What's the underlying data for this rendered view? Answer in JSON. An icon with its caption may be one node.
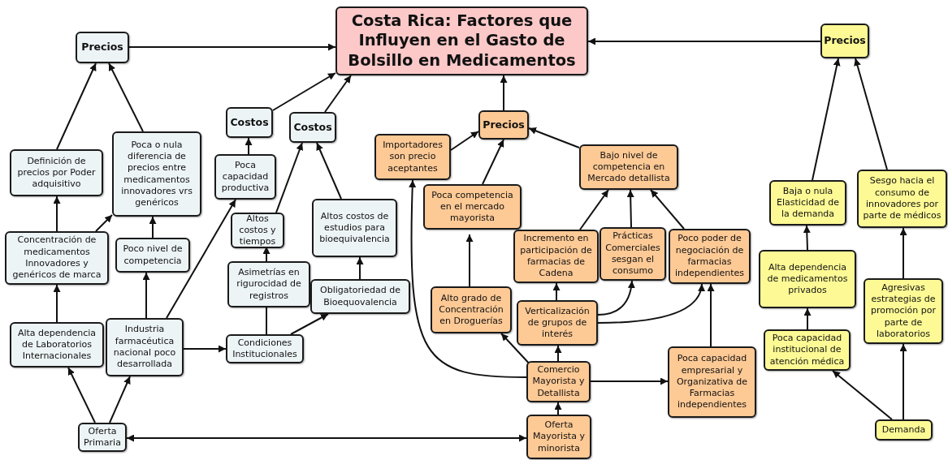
{
  "diagram": {
    "nodes": [
      {
        "text": [
          "Costa Rica: Factores que Influyen en el Gasto de Bolsillo en Medicamentos"
        ]
      },
      {
        "text": [
          "Precios"
        ]
      },
      {
        "text": [
          "Definición de precios por Poder adquisitivo"
        ]
      },
      {
        "text": [
          "Poca o nula diferencia de precios entre medicamentos innovadores vrs genéricos"
        ]
      },
      {
        "text": [
          "Concentración de medicamentos Innovadores y genéricos de marca"
        ]
      },
      {
        "text": [
          "Poco nivel de competencia"
        ]
      },
      {
        "text": [
          "Alta dependencia de Laboratorios Internacionales"
        ]
      },
      {
        "text": [
          "Industria farmacéutica nacional poco desarrollada"
        ]
      },
      {
        "text": [
          "Oferta Primaria"
        ]
      },
      {
        "text": [
          "Costos"
        ]
      },
      {
        "text": [
          "Costos"
        ]
      },
      {
        "text": [
          "Poca capacidad productiva"
        ]
      },
      {
        "text": [
          "Altos costos y tiempos"
        ]
      },
      {
        "text": [
          "Altos costos de estudios para bioequivalencia"
        ]
      },
      {
        "text": [
          "Asimetrías en rigurocidad de registros"
        ]
      },
      {
        "text": [
          "Obligatoriedad de Bioequovalencia"
        ]
      },
      {
        "text": [
          "Condiciones Institucionales"
        ]
      },
      {
        "text": [
          "Precios"
        ]
      },
      {
        "text": [
          "Importadores son precio aceptantes"
        ]
      },
      {
        "text": [
          "Poca competencia en el mercado mayorista"
        ]
      },
      {
        "text": [
          "Bajo nivel de competencia en Mercado detallista"
        ]
      },
      {
        "text": [
          "Incremento en participación de farmacias de Cadena"
        ]
      },
      {
        "text": [
          "Prácticas Comerciales sesgan el consumo"
        ]
      },
      {
        "text": [
          "Poco poder de negociación de farmacias independientes"
        ]
      },
      {
        "text": [
          "Alto grado de Concentración en Droguerías"
        ]
      },
      {
        "text": [
          "Verticalización de grupos de interés"
        ]
      },
      {
        "text": [
          "Comercio Mayorista y Detallista"
        ]
      },
      {
        "text": [
          "Poca capacidad empresarial y Organizativa de Farmacias independientes"
        ]
      },
      {
        "text": [
          "Oferta Mayorista y minorista"
        ]
      },
      {
        "text": [
          "Precios"
        ]
      },
      {
        "text": [
          "Baja o nula Elasticidad de la demanda"
        ]
      },
      {
        "text": [
          "Sesgo hacia el consumo de innovadores por parte de médicos"
        ]
      },
      {
        "text": [
          "Alta dependencia de medicamentos privados"
        ]
      },
      {
        "text": [
          "Agresivas estrategias de promoción por parte de laboratorios"
        ]
      },
      {
        "text": [
          "Poca capacidad institucional de atención médica"
        ]
      },
      {
        "text": [
          "Demanda"
        ]
      }
    ],
    "edges": [
      {
        "from": 1,
        "to": 0,
        "arrow": "to"
      },
      {
        "from": 9,
        "to": 0,
        "arrow": "to"
      },
      {
        "from": 10,
        "to": 0,
        "arrow": "to"
      },
      {
        "from": 17,
        "to": 0,
        "arrow": "to"
      },
      {
        "from": 29,
        "to": 0,
        "arrow": "to"
      },
      {
        "from": 2,
        "to": 1,
        "arrow": "to"
      },
      {
        "from": 3,
        "to": 1,
        "arrow": "to"
      },
      {
        "from": 4,
        "to": 2,
        "arrow": "to"
      },
      {
        "from": 4,
        "to": 3,
        "arrow": "to"
      },
      {
        "from": 5,
        "to": 3,
        "arrow": "to"
      },
      {
        "from": 6,
        "to": 4,
        "arrow": "to"
      },
      {
        "from": 7,
        "to": 5,
        "arrow": "to"
      },
      {
        "from": 7,
        "to": 11,
        "arrow": "to"
      },
      {
        "from": 7,
        "to": 16,
        "arrow": "to"
      },
      {
        "from": 8,
        "to": 6,
        "arrow": "to"
      },
      {
        "from": 8,
        "to": 7,
        "arrow": "to"
      },
      {
        "from": 8,
        "to": 28,
        "arrow": "both"
      },
      {
        "from": 11,
        "to": 9,
        "arrow": "to"
      },
      {
        "from": 12,
        "to": 10,
        "arrow": "to"
      },
      {
        "from": 13,
        "to": 10,
        "arrow": "to"
      },
      {
        "from": 14,
        "to": 12,
        "arrow": "to"
      },
      {
        "from": 16,
        "to": 14,
        "arrow": "none"
      },
      {
        "from": 16,
        "to": 15,
        "arrow": "to"
      },
      {
        "from": 15,
        "to": 13,
        "arrow": "to"
      },
      {
        "from": 18,
        "to": 17,
        "arrow": "to"
      },
      {
        "from": 19,
        "to": 17,
        "arrow": "to"
      },
      {
        "from": 20,
        "to": 17,
        "arrow": "to"
      },
      {
        "from": 21,
        "to": 20,
        "arrow": "to"
      },
      {
        "from": 22,
        "to": 20,
        "arrow": "to"
      },
      {
        "from": 23,
        "to": 20,
        "arrow": "to"
      },
      {
        "from": 24,
        "to": 19,
        "arrow": "to"
      },
      {
        "from": 25,
        "to": 21,
        "arrow": "to"
      },
      {
        "from": 25,
        "to": 22,
        "arrow": "to"
      },
      {
        "from": 25,
        "to": 23,
        "arrow": "to"
      },
      {
        "from": 26,
        "to": 24,
        "arrow": "to"
      },
      {
        "from": 26,
        "to": 25,
        "arrow": "to"
      },
      {
        "from": 26,
        "to": 18,
        "arrow": "to"
      },
      {
        "from": 26,
        "to": 27,
        "arrow": "to"
      },
      {
        "from": 27,
        "to": 23,
        "arrow": "to"
      },
      {
        "from": 28,
        "to": 26,
        "arrow": "to"
      },
      {
        "from": 30,
        "to": 29,
        "arrow": "to"
      },
      {
        "from": 31,
        "to": 29,
        "arrow": "to"
      },
      {
        "from": 32,
        "to": 30,
        "arrow": "to"
      },
      {
        "from": 33,
        "to": 31,
        "arrow": "to"
      },
      {
        "from": 34,
        "to": 32,
        "arrow": "to"
      },
      {
        "from": 35,
        "to": 34,
        "arrow": "to"
      },
      {
        "from": 35,
        "to": 33,
        "arrow": "to"
      }
    ]
  }
}
